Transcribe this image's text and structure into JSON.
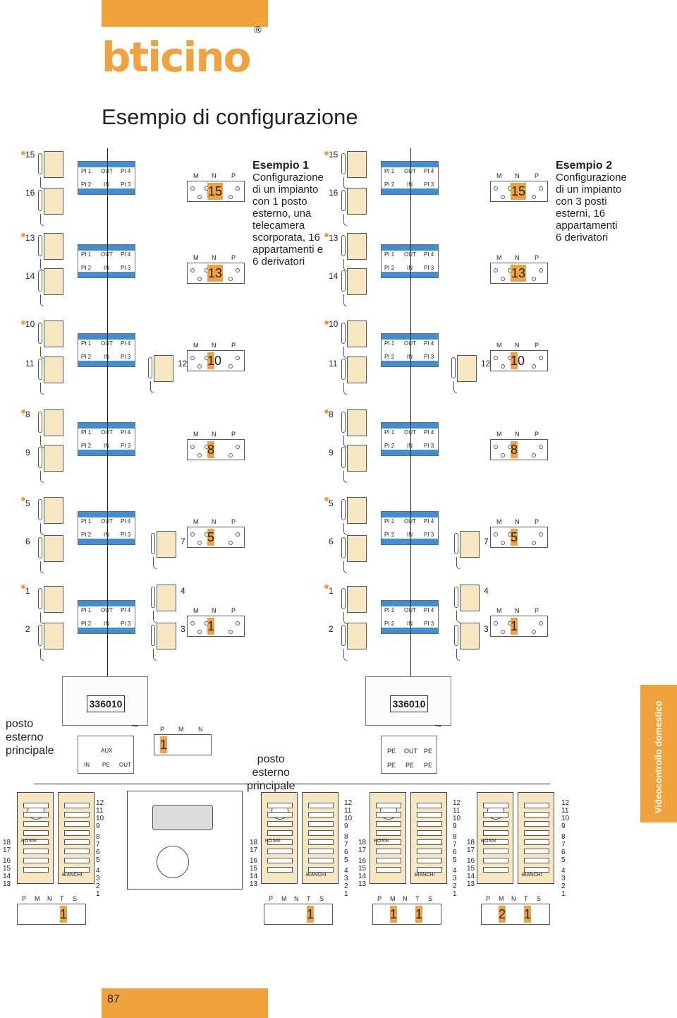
{
  "brand": "bticino",
  "brand_mark": "®",
  "title": "Esempio di configurazione",
  "example1": {
    "head": "Esempio 1",
    "body": [
      "Configurazione",
      "di un impianto",
      "con 1 posto",
      "esterno, una",
      "telecamera",
      "scorporata, 16",
      "appartamenti e",
      "6 derivatori"
    ]
  },
  "example2": {
    "head": "Esempio 2",
    "body": [
      "Configurazione",
      "di un impianto",
      "con 3 posti",
      "esterni, 16",
      "appartamenti",
      "6 derivatori"
    ]
  },
  "dist_labels": {
    "pi1": "PI 1",
    "out": "OUT",
    "pi4": "PI 4",
    "pi2": "PI 2",
    "in": "IN",
    "pi3": "PI 3"
  },
  "term_hdr": {
    "m": "M",
    "n": "N",
    "p": "P"
  },
  "rows": [
    {
      "a": "15",
      "b": "16",
      "c": "13",
      "d": "14",
      "t1": "15",
      "t2": "13"
    },
    {
      "a": "10",
      "b": "11",
      "side": "12",
      "t": "10"
    },
    {
      "a": "8",
      "b": "9",
      "t": "8"
    },
    {
      "a": "5",
      "b": "6",
      "side": "7",
      "t": "5"
    },
    {
      "a": "1",
      "b": "2",
      "c": "4",
      "d": "3",
      "t": "1"
    }
  ],
  "power_code": "336010",
  "tilde": "~",
  "aux_labels": {
    "aux": "AUX",
    "in": "IN",
    "pe": "PE",
    "out": "OUT"
  },
  "pe_labels": {
    "pe": "PE",
    "out": "OUT"
  },
  "posto_esterno": [
    "posto",
    "esterno",
    "principale"
  ],
  "pmn": {
    "p": "P",
    "m": "M",
    "n": "N",
    "val": "1"
  },
  "panel_nums_right": [
    "12",
    "11",
    "10",
    "9",
    "8",
    "7",
    "6",
    "5",
    "4",
    "3",
    "2",
    "1"
  ],
  "panel_nums_left": [
    "18",
    "17",
    "16",
    "15",
    "14",
    "13"
  ],
  "panel_names": {
    "top": "ROSSI",
    "bottom": "BIANCHI"
  },
  "bottom_terms": [
    {
      "hdr": [
        "P",
        "M",
        "N",
        "T",
        "S"
      ],
      "vals": [
        "1"
      ]
    },
    {
      "hdr": [
        "P",
        "M",
        "N",
        "T",
        "S"
      ],
      "vals": [
        "1"
      ]
    },
    {
      "hdr": [
        "P",
        "M",
        "N",
        "T",
        "S"
      ],
      "vals": [
        "1",
        "1"
      ]
    },
    {
      "hdr": [
        "P",
        "M",
        "N",
        "T",
        "S"
      ],
      "vals": [
        "2",
        "1"
      ]
    }
  ],
  "side_tab": "Videocontrollo domestico",
  "page_number": "87",
  "colors": {
    "accent": "#f0a23c",
    "module_blue": "#3f8fd6",
    "phone": "#f6e7c0"
  }
}
